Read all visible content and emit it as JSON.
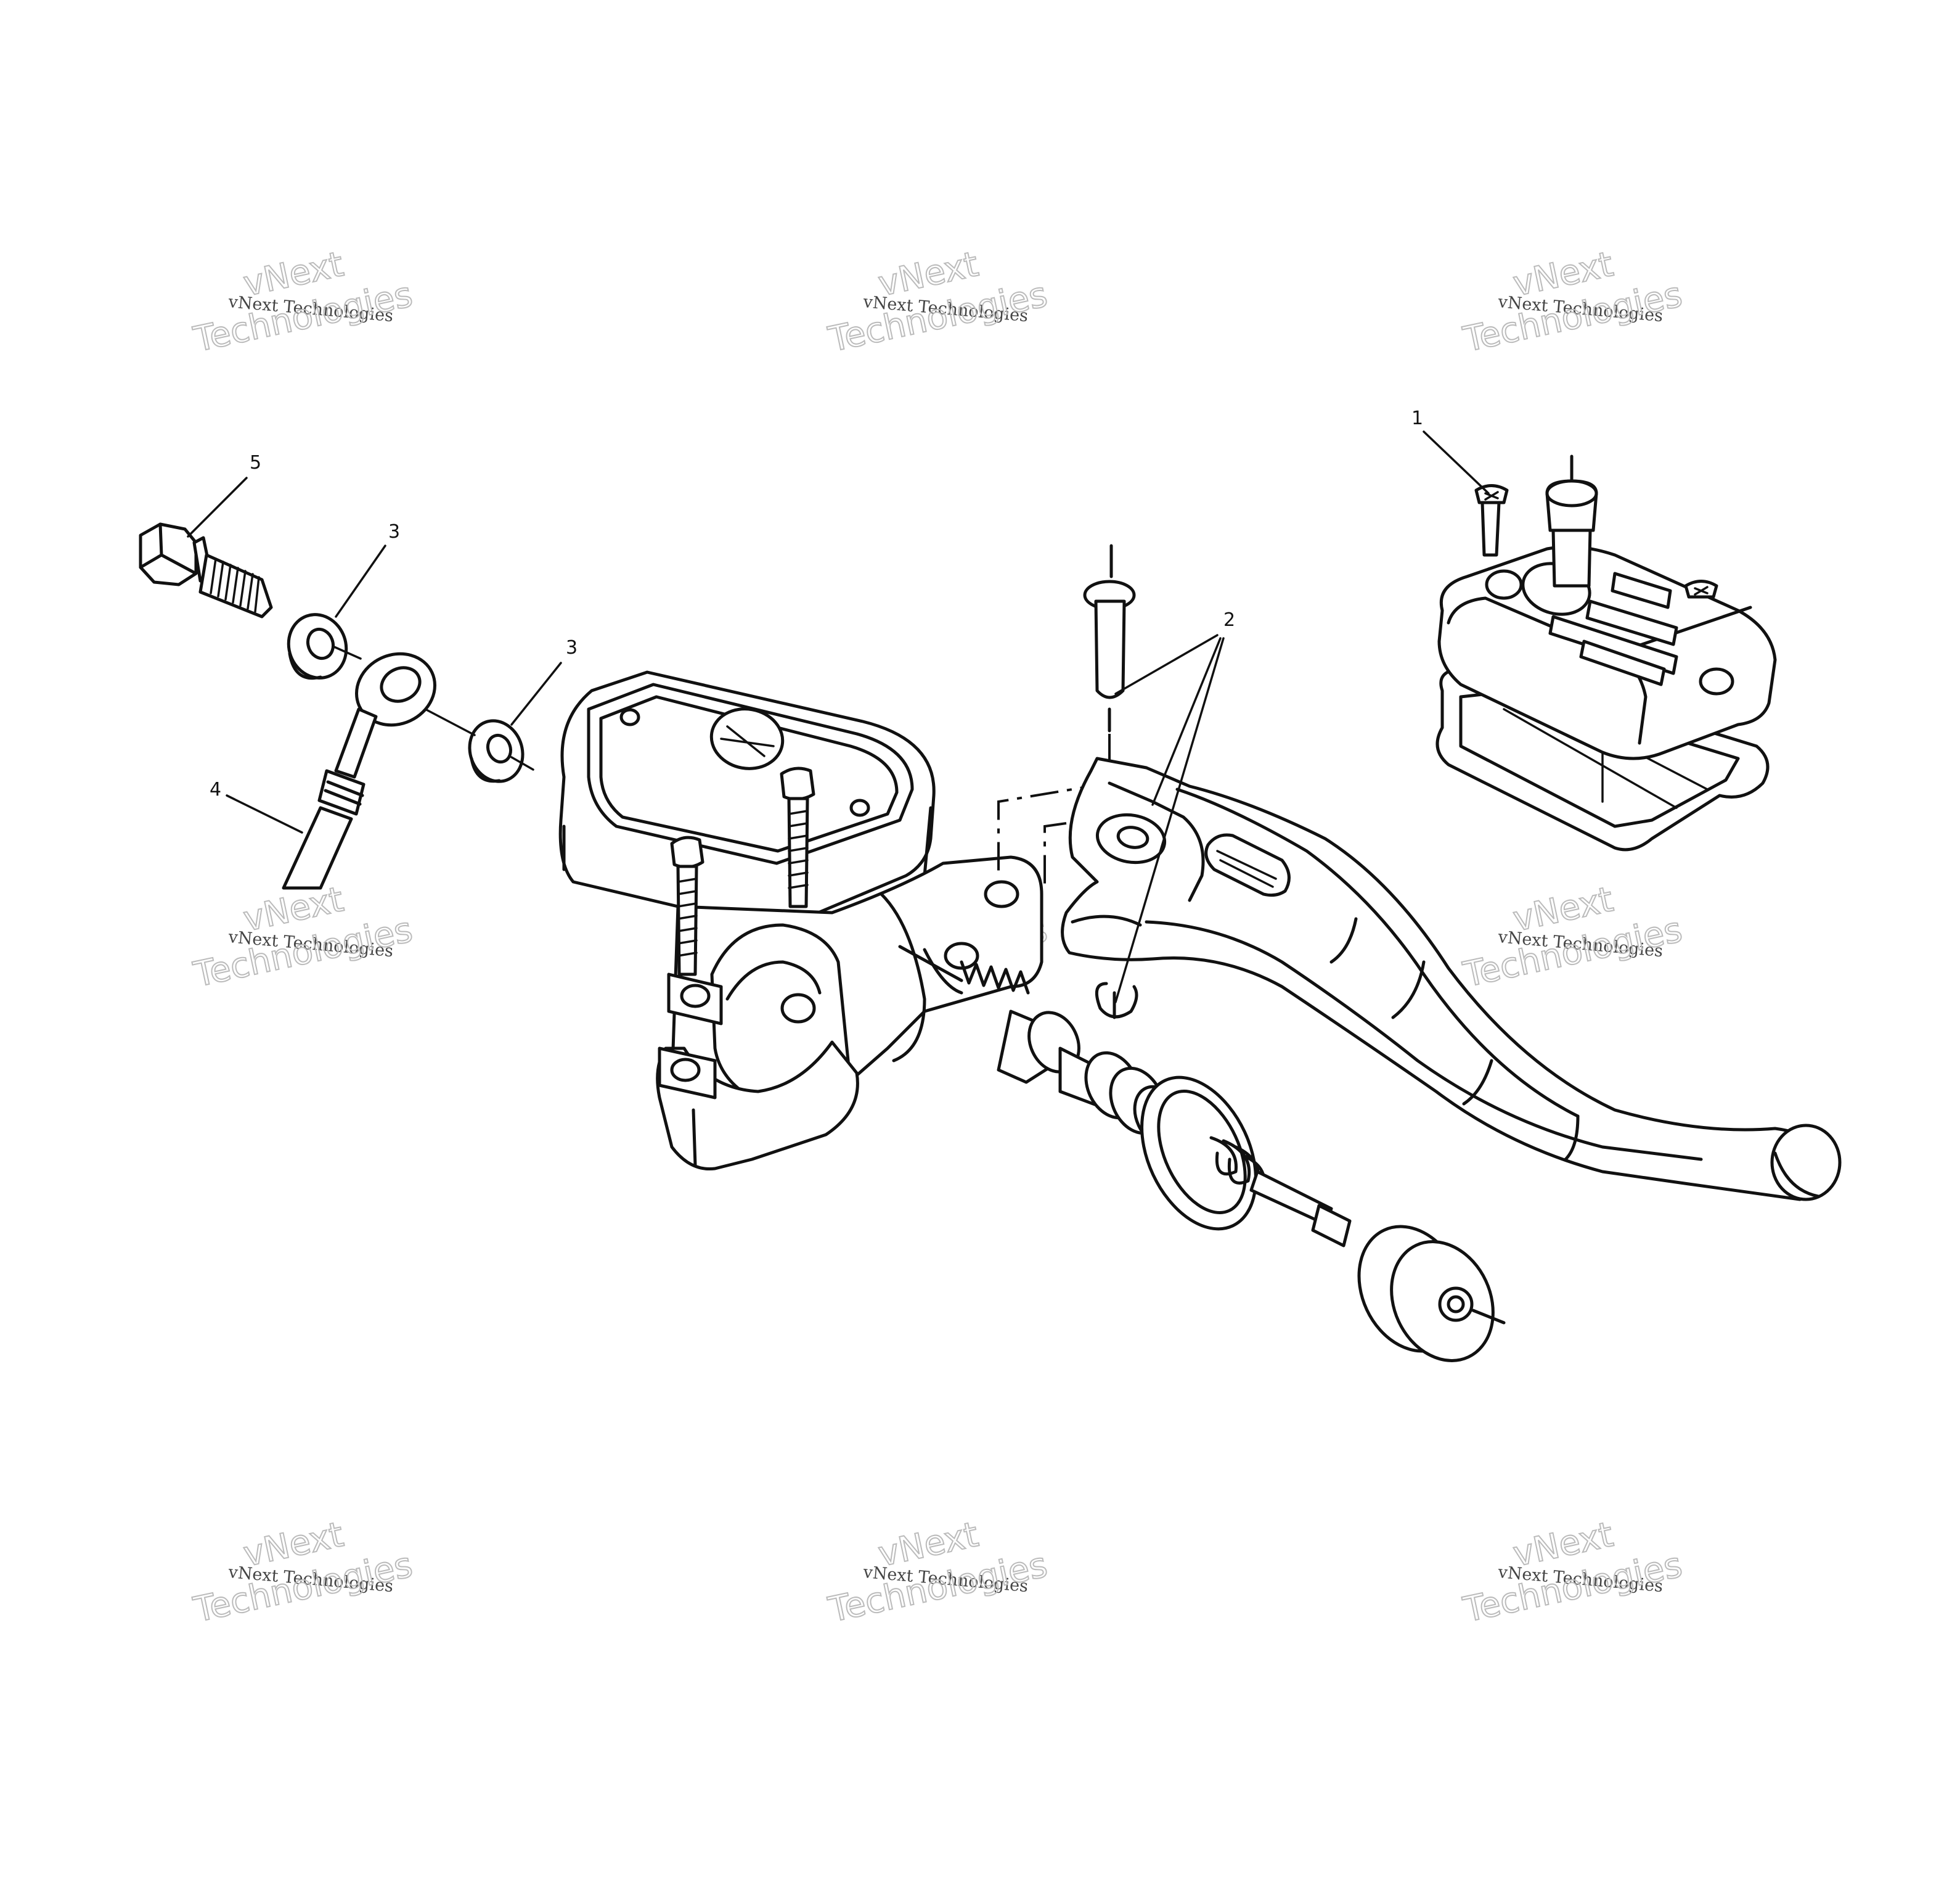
{
  "callouts": {
    "c1": "1",
    "c2": "2",
    "c3a": "3",
    "c3b": "3",
    "c4": "4",
    "c5": "5"
  },
  "watermark": {
    "small": "vNext Technologies",
    "big_line1": "vNext",
    "big_line2": "Technologies"
  },
  "colors": {
    "line": "#111111",
    "watermark_small": "#444444",
    "watermark_outline": "#bbbbbb",
    "background": "#ffffff"
  }
}
